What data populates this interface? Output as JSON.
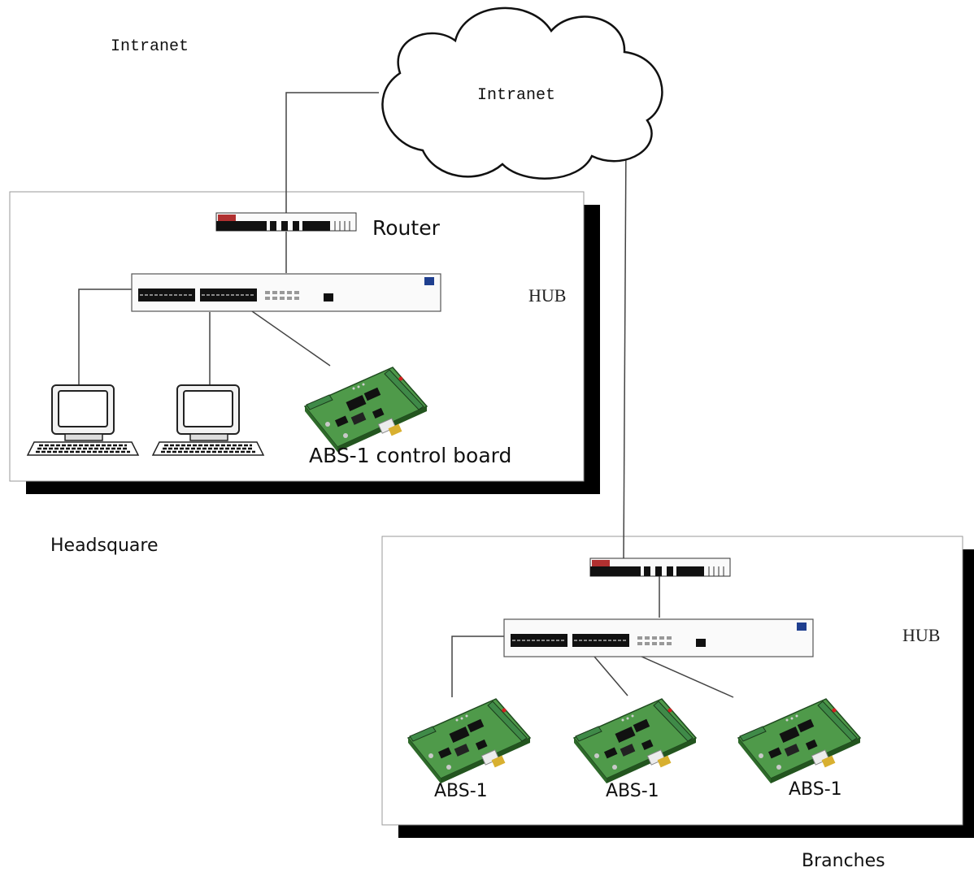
{
  "labels": {
    "top_left": "Intranet",
    "cloud": "Intranet",
    "router": "Router",
    "hub_headquarters": "HUB",
    "hub_branches": "HUB",
    "control_board": "ABS-1  control board",
    "headquarters": "Headsquare",
    "branches": "Branches",
    "branch_boards": [
      "ABS-1",
      "ABS-1",
      "ABS-1"
    ]
  },
  "colors": {
    "line": "#444444",
    "shadow": "#000000",
    "board_green": "#4f9a4a",
    "terminal_green": "#3f8a48"
  }
}
